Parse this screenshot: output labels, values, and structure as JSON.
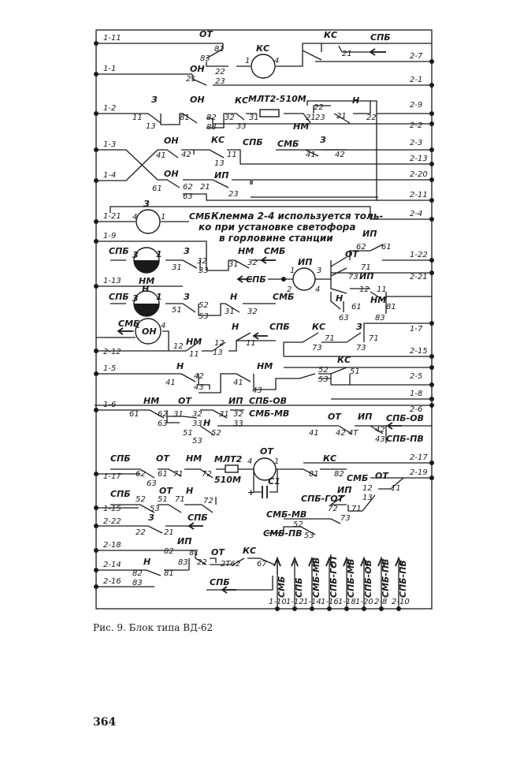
{
  "terminals_left": [
    "1-11",
    "1-1",
    "1-2",
    "1-3",
    "1-4",
    "1-21",
    "1-9",
    "1-13",
    "2-12",
    "1-5",
    "1-6",
    "1-17",
    "1-15",
    "2-22",
    "2-18",
    "2-14",
    "2-16"
  ],
  "terminals_right": [
    "2-7",
    "2-1",
    "2-9",
    "2-2",
    "2-3",
    "2-13",
    "2-20",
    "2-11",
    "2-4",
    "1-22",
    "2-21",
    "1-7",
    "2-15",
    "2-5",
    "1-8",
    "2-6",
    "2-17",
    "2-19"
  ],
  "terminals_bottom": [
    "1-10",
    "1-12",
    "1-14",
    "1-16",
    "1-18",
    "1-20",
    "2-8",
    "2-10"
  ],
  "bottom_buses": [
    "СМБ",
    "СПБ",
    "СМБ-МВ",
    "СПБ-ГОТ",
    "СПБ-МВ",
    "СПБ-ОВ",
    "СМБ-ПВ",
    "СПБ-ПВ"
  ],
  "relays": {
    "ks": "КС",
    "z1": "З",
    "nm1": "НМ",
    "n1": "Н",
    "on1": "ОН",
    "z2": "З",
    "ot": "ОТ",
    "ip": "ИП"
  },
  "resistors": [
    "МЛТ2-510М",
    "МЛТ2",
    "510М"
  ],
  "capacitor": "С1",
  "plus": "+",
  "buses": {
    "spb": "СПБ",
    "smb": "СМБ",
    "spb_ov": "СПБ-ОВ",
    "smb_mv": "СМБ-МВ",
    "spb_pv": "СПБ-ПВ",
    "spb_got": "СПБ-ГОТ",
    "smb_pv": "СМБ-ПВ"
  },
  "labels": {
    "ot": "ОТ",
    "on": "ОН",
    "ks": "КС",
    "z": "З",
    "n": "Н",
    "nm": "НМ",
    "ip": "ИП"
  },
  "pins": {
    "p81": "81",
    "p83": "83",
    "p21": "21",
    "p22": "22",
    "p23": "23",
    "p1": "1",
    "p4": "4",
    "p11": "11",
    "p13": "13",
    "p82": "82",
    "p32": "32",
    "p33": "33",
    "p31": "31",
    "p41": "41",
    "p42": "42",
    "p61": "61",
    "p62": "62",
    "p63": "63",
    "p71": "71",
    "p73": "73",
    "p12": "12",
    "p51": "51",
    "p52": "52",
    "p53": "53",
    "p72": "72",
    "p2": "2",
    "p3": "3",
    "p43": "43",
    "p272": "2Т62",
    "p67": "67",
    "p47": "4Т"
  },
  "note": [
    "Клемма 2-4 используется толь-",
    "ко при установке светофора",
    "в горловине станции"
  ],
  "caption": "Рис. 9. Блок типа ВД-62",
  "page_number": "364"
}
